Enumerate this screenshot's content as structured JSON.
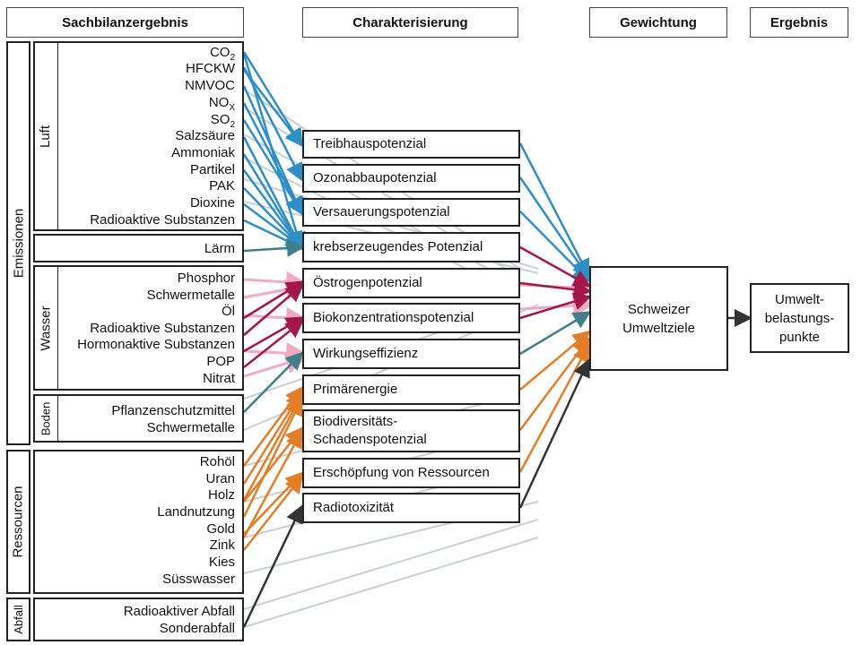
{
  "headers": {
    "sachbilanz": "Sachbilanzergebnis",
    "charakterisierung": "Charakterisierung",
    "gewichtung": "Gewichtung",
    "ergebnis": "Ergebnis"
  },
  "groups": {
    "emissionen": "Emissionen",
    "ressourcen": "Ressourcen",
    "abfall": "Abfall",
    "luft": "Luft",
    "wasser": "Wasser",
    "boden": "Boden"
  },
  "luft_items": [
    "CO2",
    "HFCKW",
    "NMVOC",
    "NOx",
    "SO2",
    "Salzsäure",
    "Ammoniak",
    "Partikel",
    "PAK",
    "Dioxine",
    "Radioaktive Substanzen"
  ],
  "laerm": "Lärm",
  "wasser_items": [
    "Phosphor",
    "Schwermetalle",
    "Öl",
    "Radioaktive Substanzen",
    "Hormonaktive Substanzen",
    "POP",
    "Nitrat"
  ],
  "boden_items": [
    "Pflanzenschutzmittel",
    "Schwermetalle"
  ],
  "ressourcen_items": [
    "Rohöl",
    "Uran",
    "Holz",
    "Landnutzung",
    "Gold",
    "Zink",
    "Kies",
    "Süsswasser"
  ],
  "abfall_items": [
    "Radioaktiver Abfall",
    "Sonderabfall"
  ],
  "characterization": [
    "Treibhauspotenzial",
    "Ozonabbaupotenzial",
    "Versauerungspotenzial",
    "krebserzeugendes Potenzial",
    "Östrogenpotenzial",
    "Biokonzentrationspotenzial",
    "Wirkungseffizienz",
    "Primärenergie",
    "Biodiversitäts-\nSchadenspotenzial",
    "Erschöpfung von Ressourcen",
    "Radiotoxizität"
  ],
  "weighting": "Schweizer\nUmweltziele",
  "result": "Umwelt-\nbelastungs-\npunkte",
  "colors": {
    "blue": "#2e8fc7",
    "crimson": "#a3174a",
    "teal": "#3e7f8a",
    "orange": "#e37d27",
    "dark": "#333333",
    "pink": "#f2aac4",
    "pale": "#c9cfd6"
  }
}
